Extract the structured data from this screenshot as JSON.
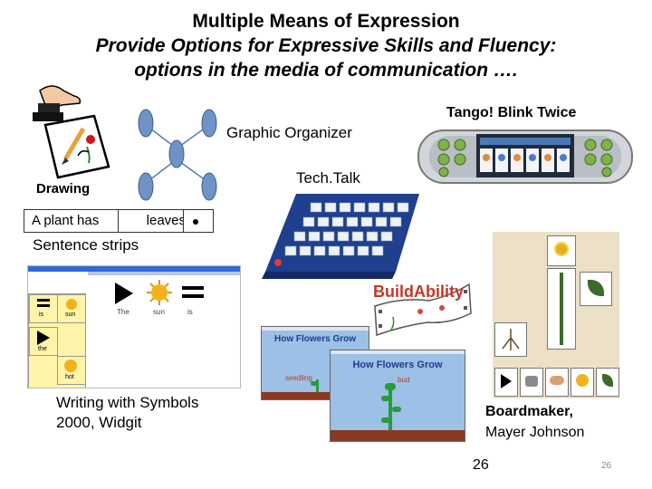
{
  "title": {
    "line1": "Multiple Means of Expression",
    "line2": "Provide Options for Expressive Skills and Fluency:",
    "line3": "options in the media of communication …."
  },
  "labels": {
    "graphic_organizer": "Graphic Organizer",
    "tango": "Tango! Blink Twice",
    "techtalk": "Tech.Talk",
    "drawing": "Drawing",
    "sentence_strips": "Sentence strips",
    "writing_symbols_1": "Writing with Symbols",
    "writing_symbols_2": "2000, Widgit",
    "boardmaker_1": "Boardmaker,",
    "boardmaker_2": "Mayer Johnson",
    "page_number_large": "26",
    "page_number_small": "26"
  },
  "sentence_strip": {
    "box1": "A plant has",
    "box2": "leaves"
  },
  "wws": {
    "word_the": "The",
    "word_sun": "sun",
    "word_is": "is",
    "grid_is": "is",
    "grid_sun": "sun",
    "grid_the": "the",
    "grid_hot": "hot"
  },
  "buildability": {
    "logo_text": "BuildAbility",
    "slide1_title": "How Flowers Grow",
    "slide1_caption": "seedling",
    "slide2_title": "How Flowers Grow",
    "slide2_caption": "bud"
  },
  "colors": {
    "organizer_node": "#6f93c4",
    "slide_blue": "#9cc0e6",
    "slide_title": "#1e3c90",
    "soil": "#8a3a22",
    "caption_red": "#c0392b"
  }
}
